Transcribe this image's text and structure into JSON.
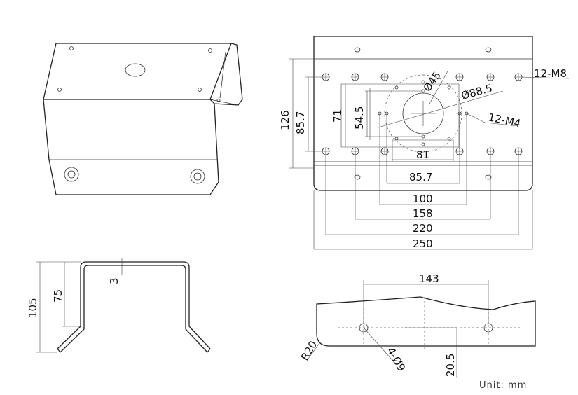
{
  "drawing": {
    "units_label": "Unit:  mm",
    "front_view": {
      "labels": {
        "m8": "12-M8",
        "d45": "Ø45",
        "d88": "Ø88.5",
        "m4": "12-M4",
        "h126": "126",
        "h85": "85.7",
        "h71": "71",
        "h54": "54.5",
        "w81": "81",
        "w85": "85.7",
        "w100": "100",
        "w158": "158",
        "w220": "220",
        "w250": "250"
      }
    },
    "side_view": {
      "labels": {
        "h105": "105",
        "h75": "75",
        "t3": "3"
      }
    },
    "bottom_view": {
      "labels": {
        "w143": "143",
        "r20": "R20",
        "holes": "4-Ø9",
        "h205": "20.5"
      }
    }
  }
}
